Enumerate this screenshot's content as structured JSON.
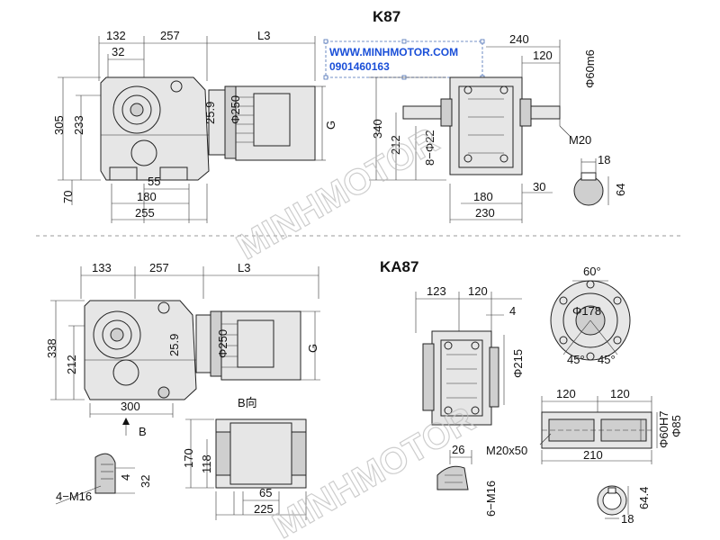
{
  "titles": {
    "k87": "K87",
    "ka87": "KA87"
  },
  "watermark": {
    "text": "MINHMOTOR"
  },
  "contact": {
    "website": "WWW.MINHMOTOR.COM",
    "phone": "0901460163"
  },
  "k87": {
    "top_132": "132",
    "top_257": "257",
    "top_l3": "L3",
    "top_32": "32",
    "v_305": "305",
    "v_233": "233",
    "v_70": "70",
    "shaft_25_9": "25.9",
    "motor_phi250": "Φ250",
    "motor_g": "G",
    "b_55": "55",
    "b_180": "180",
    "b_255": "255",
    "side_240": "240",
    "side_120": "120",
    "side_phi60m6": "Φ60m6",
    "side_m20": "M20",
    "side_340": "340",
    "side_212": "212",
    "side_holes": "8−Φ22",
    "side_180": "180",
    "side_230": "230",
    "side_30": "30",
    "key_18": "18",
    "key_64": "64"
  },
  "ka87": {
    "top_133": "133",
    "top_257": "257",
    "top_l3": "L3",
    "v_338": "338",
    "v_212": "212",
    "shaft_25_9": "25.9",
    "motor_phi250": "Φ250",
    "motor_g": "G",
    "b_300": "300",
    "b_label": "B",
    "bview_label": "B向",
    "bv_170": "170",
    "bv_118": "118",
    "bv_65": "65",
    "bv_225": "225",
    "tap_4": "4",
    "tap_32": "32",
    "tap_4m16": "4−M16",
    "front_123": "123",
    "front_120": "120",
    "front_4": "4",
    "front_phi215": "Φ215",
    "flange_60deg": "60°",
    "flange_phi178": "Φ178",
    "flange_45a": "45°",
    "flange_45b": "45°",
    "hs_120a": "120",
    "hs_120b": "120",
    "hs_phi85": "Φ85",
    "hs_phi60h7": "Φ60H7",
    "hs_m20x50": "M20x50",
    "hs_210": "210",
    "t_26": "26",
    "t_6m16": "6−M16",
    "bore_64_4": "64.4",
    "bore_18": "18"
  }
}
